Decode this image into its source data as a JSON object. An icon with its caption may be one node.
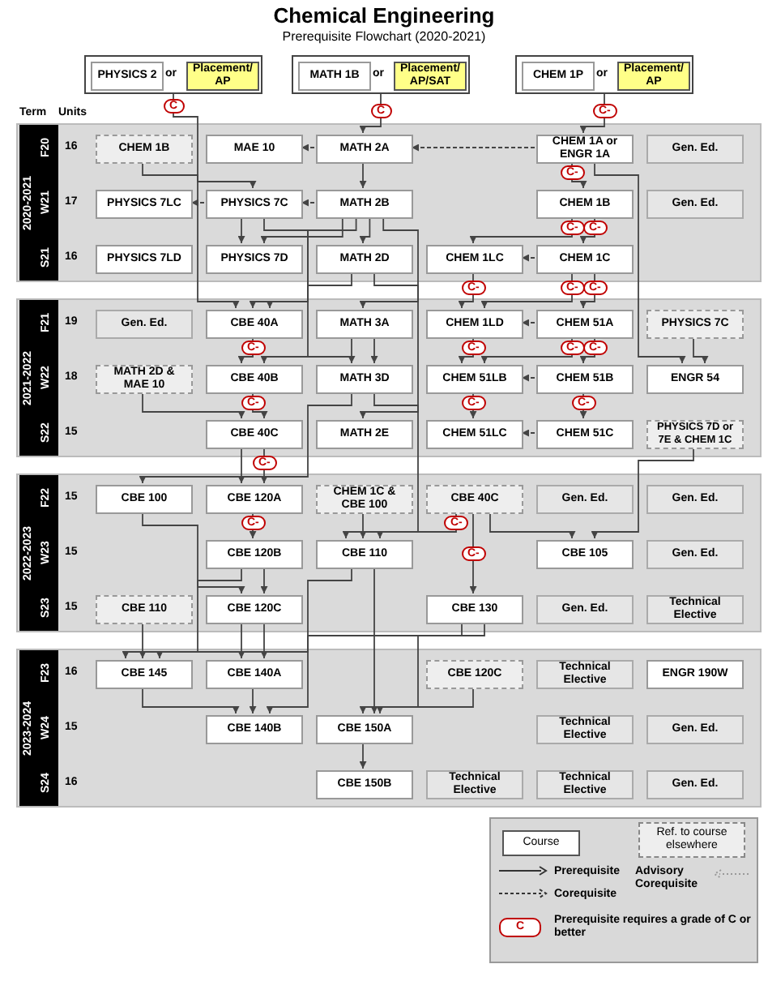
{
  "diagram": {
    "title": "Chemical Engineering",
    "nodes": [
      {
        "text": [],
        "shape": "box"
      },
      {
        "text": [
          "PHYSICS 2"
        ],
        "in": 0
      },
      {
        "text": [
          "Placement/ AP"
        ],
        "in": 0
      },
      {
        "text": [],
        "shape": "box"
      },
      {
        "text": [
          "MATH 1B"
        ],
        "in": 3
      },
      {
        "text": [
          "Placement/ AP/SAT"
        ],
        "in": 3
      },
      {
        "text": [],
        "shape": "box"
      },
      {
        "text": [
          "CHEM 1P"
        ],
        "in": 6
      },
      {
        "text": [
          "Placement/ AP"
        ],
        "in": 6
      },
      {
        "text": [
          "2020-2021"
        ]
      },
      {
        "text": [
          "CHEM 1B"
        ],
        "in": 9
      },
      {
        "text": [
          "MAE 10"
        ],
        "in": 9
      },
      {
        "text": [
          "MATH 2A"
        ],
        "in": 9
      },
      {
        "text": [
          "CHEM 1A or ENGR 1A"
        ],
        "in": 9
      },
      {
        "text": [
          "Gen. Ed."
        ],
        "in": 9
      },
      {
        "text": [
          "PHYSICS 7LC"
        ],
        "in": 9
      },
      {
        "text": [
          "PHYSICS 7C"
        ],
        "in": 9
      },
      {
        "text": [
          "MATH 2B"
        ],
        "in": 9
      },
      {
        "text": [
          "CHEM 1B"
        ],
        "in": 9
      },
      {
        "text": [
          "Gen. Ed."
        ],
        "in": 9
      },
      {
        "text": [
          "PHYSICS 7LD"
        ],
        "in": 9
      },
      {
        "text": [
          "PHYSICS 7D"
        ],
        "in": 9
      },
      {
        "text": [
          "MATH 2D"
        ],
        "in": 9
      },
      {
        "text": [
          "CHEM 1LC"
        ],
        "in": 9
      },
      {
        "text": [
          "CHEM 1C"
        ],
        "in": 9
      },
      {
        "text": [
          "2021-2022"
        ]
      },
      {
        "text": [
          "Gen. Ed."
        ],
        "in": 25
      },
      {
        "text": [
          "CBE 40A"
        ],
        "in": 25
      },
      {
        "text": [
          "MATH 3A"
        ],
        "in": 25
      },
      {
        "text": [
          "CHEM 1LD"
        ],
        "in": 25
      },
      {
        "text": [
          "CHEM 51A"
        ],
        "in": 25
      },
      {
        "text": [
          "PHYSICS 7C"
        ],
        "in": 25
      },
      {
        "text": [
          "MATH 2D & MAE 10"
        ],
        "in": 25
      },
      {
        "text": [
          "CBE 40B"
        ],
        "in": 25
      },
      {
        "text": [
          "MATH 3D"
        ],
        "in": 25
      },
      {
        "text": [
          "CHEM 51LB"
        ],
        "in": 25
      },
      {
        "text": [
          "CHEM 51B"
        ],
        "in": 25
      },
      {
        "text": [
          "ENGR 54"
        ],
        "in": 25
      },
      {
        "text": [
          "CBE 40C"
        ],
        "in": 25
      },
      {
        "text": [
          "MATH 2E"
        ],
        "in": 25
      },
      {
        "text": [
          "CHEM 51LC"
        ],
        "in": 25
      },
      {
        "text": [
          "CHEM 51C"
        ],
        "in": 25
      },
      {
        "text": [
          "PHYSICS 7D or 7E & CHEM 1C"
        ],
        "in": 25
      },
      {
        "text": [
          "2022-2023"
        ]
      },
      {
        "text": [
          "CBE 100"
        ],
        "in": 43
      },
      {
        "text": [
          "CBE 120A"
        ],
        "in": 43
      },
      {
        "text": [
          "CHEM 1C & CBE 100"
        ],
        "in": 43
      },
      {
        "text": [
          "CBE 40C"
        ],
        "in": 43
      },
      {
        "text": [
          "Gen. Ed."
        ],
        "in": 43
      },
      {
        "text": [
          "Gen. Ed."
        ],
        "in": 43
      },
      {
        "text": [
          "CBE 120B"
        ],
        "in": 43
      },
      {
        "text": [
          "CBE 110"
        ],
        "in": 43
      },
      {
        "text": [
          "CBE 105"
        ],
        "in": 43
      },
      {
        "text": [
          "Gen. Ed."
        ],
        "in": 43
      },
      {
        "text": [
          "CBE 110"
        ],
        "in": 43
      },
      {
        "text": [
          "CBE 120C"
        ],
        "in": 43
      },
      {
        "text": [
          "CBE 130"
        ],
        "in": 43
      },
      {
        "text": [
          "Gen. Ed."
        ],
        "in": 43
      },
      {
        "text": [
          "Technical Elective"
        ],
        "in": 43
      },
      {
        "text": [
          "2023-2024"
        ]
      },
      {
        "text": [
          "CBE 145"
        ],
        "in": 59
      },
      {
        "text": [
          "CBE 140A"
        ],
        "in": 59
      },
      {
        "text": [
          "CBE 120C"
        ],
        "in": 59
      },
      {
        "text": [
          "Technical Elective"
        ],
        "in": 59
      },
      {
        "text": [
          "ENGR 190W"
        ],
        "in": 59
      },
      {
        "text": [
          "CBE 140B"
        ],
        "in": 59
      },
      {
        "text": [
          "CBE 150A"
        ],
        "in": 59
      },
      {
        "text": [
          "Technical Elective"
        ],
        "in": 59
      },
      {
        "text": [
          "Gen. Ed."
        ],
        "in": 59
      },
      {
        "text": [
          "CBE 150B"
        ],
        "in": 59
      },
      {
        "text": [
          "Technical Elective"
        ],
        "in": 59
      },
      {
        "text": [
          "Technical Elective"
        ],
        "in": 59
      },
      {
        "text": [
          "Gen. Ed."
        ],
        "in": 59
      }
    ],
    "edges": [
      {
        "from": 0,
        "to": 16,
        "arrow": "to",
        "label": "C"
      },
      {
        "from": 3,
        "to": 12,
        "arrow": "to",
        "label": "C"
      },
      {
        "from": 6,
        "to": 13,
        "arrow": "to",
        "label": "C-"
      },
      {
        "from": 12,
        "to": 11,
        "arrow": "to",
        "style": "dashed"
      },
      {
        "from": 13,
        "to": 12,
        "arrow": "to",
        "style": "dashed"
      },
      {
        "from": 10,
        "to": 27,
        "arrow": "to"
      },
      {
        "from": 16,
        "to": 15,
        "arrow": "to",
        "style": "dashed"
      },
      {
        "from": 17,
        "to": 16,
        "arrow": "to",
        "style": "dashed"
      },
      {
        "from": 12,
        "to": 17,
        "arrow": "to"
      },
      {
        "from": 13,
        "to": 18,
        "arrow": "to",
        "label": "C-"
      },
      {
        "from": 13,
        "to": 37,
        "arrow": "to"
      },
      {
        "from": 16,
        "to": 21,
        "arrow": "to"
      },
      {
        "from": 16,
        "to": 27,
        "arrow": "to"
      },
      {
        "from": 17,
        "to": 21,
        "arrow": "to"
      },
      {
        "from": 17,
        "to": 22,
        "arrow": "to"
      },
      {
        "from": 17,
        "to": 27,
        "arrow": "to"
      },
      {
        "from": 17,
        "to": 28,
        "arrow": "to"
      },
      {
        "from": 18,
        "to": 23,
        "arrow": "to",
        "label": "C-"
      },
      {
        "from": 18,
        "to": 24,
        "arrow": "to",
        "label": "C-"
      },
      {
        "from": 24,
        "to": 23,
        "arrow": "to",
        "style": "dashed"
      },
      {
        "from": 23,
        "to": 29,
        "arrow": "to",
        "label": "C-"
      },
      {
        "from": 24,
        "to": 29,
        "arrow": "to",
        "label": "C-"
      },
      {
        "from": 24,
        "to": 30,
        "arrow": "to",
        "label": "C-"
      },
      {
        "from": 30,
        "to": 29,
        "arrow": "to",
        "style": "dashed"
      },
      {
        "from": 22,
        "to": 34,
        "arrow": "to"
      },
      {
        "from": 22,
        "to": 39,
        "arrow": "to"
      },
      {
        "from": 28,
        "to": 34,
        "arrow": "to"
      },
      {
        "from": 28,
        "to": 33,
        "arrow": "to"
      },
      {
        "from": 27,
        "to": 33,
        "arrow": "to",
        "label": "C-"
      },
      {
        "from": 29,
        "to": 35,
        "arrow": "to",
        "label": "C-"
      },
      {
        "from": 30,
        "to": 35,
        "arrow": "to",
        "label": "C-"
      },
      {
        "from": 30,
        "to": 36,
        "arrow": "to",
        "label": "C-"
      },
      {
        "from": 36,
        "to": 35,
        "arrow": "to",
        "style": "dashed"
      },
      {
        "from": 31,
        "to": 37,
        "arrow": "to"
      },
      {
        "from": 32,
        "to": 38,
        "arrow": "to"
      },
      {
        "from": 33,
        "to": 38,
        "arrow": "to",
        "label": "C-"
      },
      {
        "from": 35,
        "to": 40,
        "arrow": "to",
        "label": "C-"
      },
      {
        "from": 36,
        "to": 41,
        "arrow": "to",
        "label": "C-"
      },
      {
        "from": 41,
        "to": 40,
        "arrow": "to",
        "style": "dashed"
      },
      {
        "from": 38,
        "to": 44,
        "arrow": "to"
      },
      {
        "from": 38,
        "to": 45,
        "arrow": "to",
        "label": "C-"
      },
      {
        "from": 34,
        "to": 45,
        "arrow": "to"
      },
      {
        "from": 34,
        "to": 51,
        "arrow": "to"
      },
      {
        "from": 42,
        "to": 52,
        "arrow": "to"
      },
      {
        "from": 46,
        "to": 51,
        "arrow": "to"
      },
      {
        "from": 47,
        "to": 51,
        "arrow": "to",
        "label": "C-"
      },
      {
        "from": 47,
        "to": 52,
        "arrow": "to"
      },
      {
        "from": 47,
        "to": 56,
        "arrow": "to",
        "label": "C-"
      },
      {
        "from": 45,
        "to": 50,
        "arrow": "to",
        "label": "C-"
      },
      {
        "from": 50,
        "to": 55,
        "arrow": "to"
      },
      {
        "from": 44,
        "to": 55,
        "arrow": "to"
      },
      {
        "from": 50,
        "to": 60,
        "arrow": "to"
      },
      {
        "from": 55,
        "to": 60,
        "arrow": "to"
      },
      {
        "from": 54,
        "to": 60,
        "arrow": "to"
      },
      {
        "from": 55,
        "to": 61,
        "arrow": "to"
      },
      {
        "from": 51,
        "to": 61,
        "arrow": "to"
      },
      {
        "from": 61,
        "to": 65,
        "arrow": "to"
      },
      {
        "from": 60,
        "to": 65,
        "arrow": "to"
      },
      {
        "from": 56,
        "to": 65,
        "arrow": "to"
      },
      {
        "from": 56,
        "to": 66,
        "arrow": "to"
      },
      {
        "from": 51,
        "to": 66,
        "arrow": "to"
      },
      {
        "from": 62,
        "to": 66,
        "arrow": "to"
      },
      {
        "from": 66,
        "to": 69,
        "arrow": "to"
      }
    ],
    "labels": [
      "Prerequisite Flowchart (2020-2021)",
      "or",
      "or",
      "or",
      "Term",
      "Units",
      "F20",
      "16",
      "W21",
      "17",
      "S21",
      "16",
      "F21",
      "19",
      "W22",
      "18",
      "S22",
      "15",
      "F22",
      "15",
      "W23",
      "15",
      "S23",
      "15",
      "F23",
      "16",
      "W24",
      "15",
      "S24",
      "16",
      "C"
    ],
    "legend": [
      {
        "text": "Course"
      },
      {
        "text": "Ref. to course elsewhere"
      },
      {
        "text": "Prerequisite"
      },
      {
        "text": "Advisory Corequisite"
      },
      {
        "text": "Corequisite"
      },
      {
        "text": "Prerequisite requires a grade of C or better"
      }
    ]
  }
}
